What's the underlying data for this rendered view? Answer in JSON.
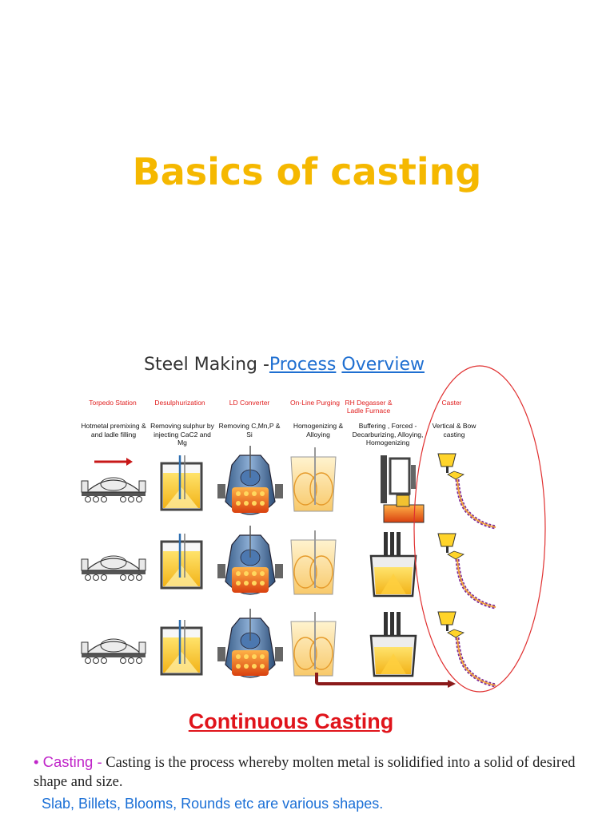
{
  "slide_title": "Basics of casting",
  "overview": {
    "prefix": "Steel Making -",
    "link1": "Process",
    "link2": "Overview"
  },
  "stages": [
    {
      "title": "Torpedo Station",
      "desc": "Hotmetal premixing & and  ladle filling"
    },
    {
      "title": "Desulphurization",
      "desc": "Removing  sulphur by injecting CaC2 and Mg"
    },
    {
      "title": "LD Converter",
      "desc": "Removing C,Mn,P & Si"
    },
    {
      "title": "On-Line Purging",
      "desc": "Homogenizing  & Alloying"
    },
    {
      "title": "RH Degasser & Ladle Furnace",
      "desc": "Buffering , Forced - Decarburizing, Alloying, Homogenizing"
    },
    {
      "title": "Caster",
      "desc": "Vertical & Bow casting"
    }
  ],
  "cc_title": "Continuous Casting",
  "definition": {
    "bullet": "• Casting -",
    "text": " Casting is the process whereby molten metal is solidified into a solid of desired shape and size."
  },
  "shapes_text": "Slab, Billets, Blooms, Rounds etc are various shapes.",
  "colors": {
    "title": "#f5b800",
    "stage_title": "#e02020",
    "link": "#1f6fd1",
    "cc_title": "#e0141b",
    "bullet": "#c026c9",
    "shapes": "#1a6fd6"
  }
}
